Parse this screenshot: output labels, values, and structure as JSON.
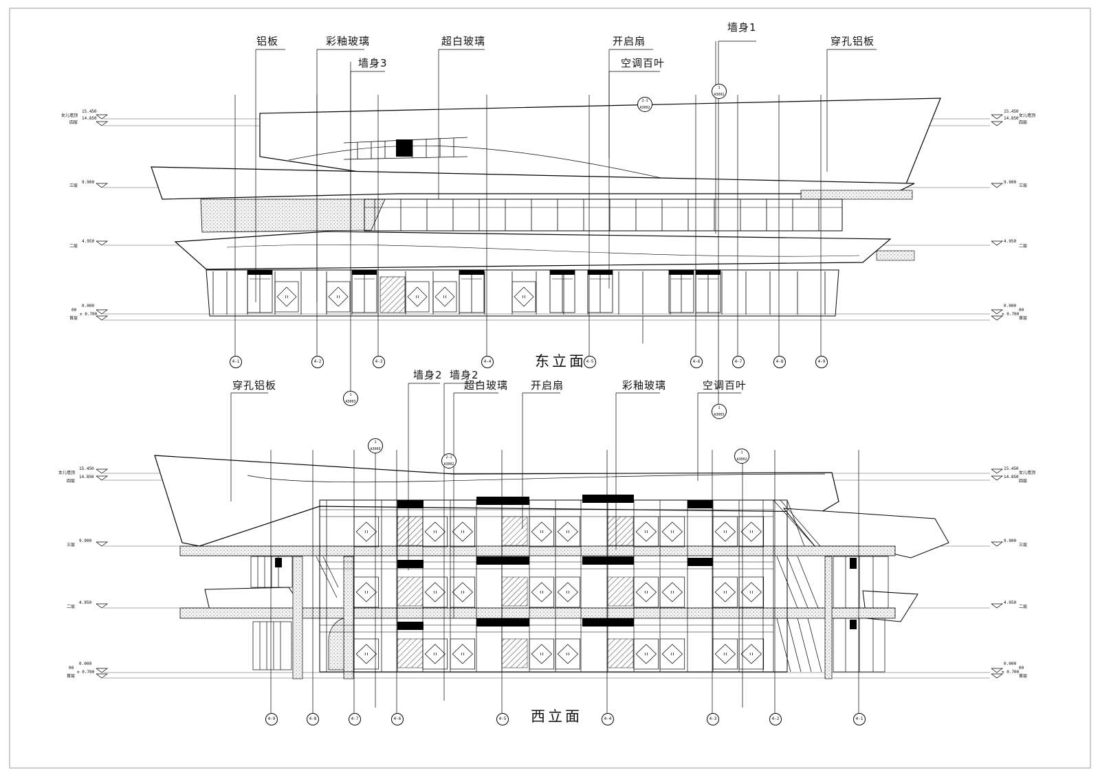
{
  "east_elevation": {
    "title": "东立面",
    "callouts": {
      "aluminum_panel": "铝板",
      "glazed_glass": "彩釉玻璃",
      "wall_body_3": "墙身3",
      "laminated_glass": "超白玻璃",
      "operable_sash": "开启扇",
      "ac_louver": "空调百叶",
      "wall_body_1": "墙身1",
      "perforated_panel": "穿孔铝板"
    },
    "levels_left": {
      "parapet_elev": "15.450",
      "parapet": "女儿墙顶",
      "roof_elev": "14.850",
      "roof": "四层",
      "l3_elev": "9.900",
      "l3": "三层",
      "l2_elev": "4.950",
      "l2": "二层",
      "l1_elev": "0.000",
      "l1_code": "00",
      "grade_elev": "± 0.700",
      "l1": "首层"
    },
    "levels_right": {
      "parapet_elev": "15.450",
      "parapet": "女儿墙顶",
      "roof_elev": "14.850",
      "roof": "四层",
      "l3_elev": "9.900",
      "l3": "三层",
      "l2_elev": "4.950",
      "l2": "二层",
      "l1_elev": "0.000",
      "l1_code": "00",
      "grade_elev": "± 0.700",
      "l1": "首层"
    },
    "axes": [
      "4-1",
      "4-2",
      "4-3",
      "4-4",
      "4-5",
      "4-6",
      "4-7",
      "4-8",
      "4-9"
    ],
    "detail_refs": [
      {
        "num": "2-1",
        "sheet": "A3002"
      },
      {
        "num": "1",
        "sheet": "A3002"
      },
      {
        "num": "1",
        "sheet": "A3003"
      }
    ]
  },
  "west_elevation": {
    "title": "西立面",
    "callouts": {
      "perforated_panel": "穿孔铝板",
      "wall_body_2": "墙身2",
      "wall_body_2b": "墙身2",
      "laminated_glass": "超白玻璃",
      "operable_sash": "开启扇",
      "glazed_glass": "彩釉玻璃",
      "ac_louver": "空调百叶"
    },
    "levels_left": {
      "parapet_elev": "15.450",
      "parapet": "女儿墙顶",
      "roof_elev": "14.850",
      "roof": "四层",
      "l3_elev": "9.900",
      "l3": "三层",
      "l2_elev": "4.950",
      "l2": "二层",
      "l1_elev": "0.000",
      "l1_code": "00",
      "grade_elev": "± 0.700",
      "l1": "首层"
    },
    "levels_right": {
      "parapet_elev": "15.450",
      "parapet": "女儿墙顶",
      "roof_elev": "14.850",
      "roof": "四层",
      "l3_elev": "9.900",
      "l3": "三层",
      "l2_elev": "4.950",
      "l2": "二层",
      "l1_elev": "0.000",
      "l1_code": "00",
      "grade_elev": "± 0.700",
      "l1": "首层"
    },
    "axes": [
      "4-9",
      "4-8",
      "4-7",
      "4-6",
      "4-5",
      "4-4",
      "4-3",
      "4-2",
      "4-1"
    ],
    "detail_refs": [
      {
        "num": "1",
        "sheet": "A3003"
      },
      {
        "num": "2-1",
        "sheet": "A3002"
      },
      {
        "num": "1",
        "sheet": "A3003"
      },
      {
        "num": "1",
        "sheet": "A3002"
      }
    ]
  }
}
